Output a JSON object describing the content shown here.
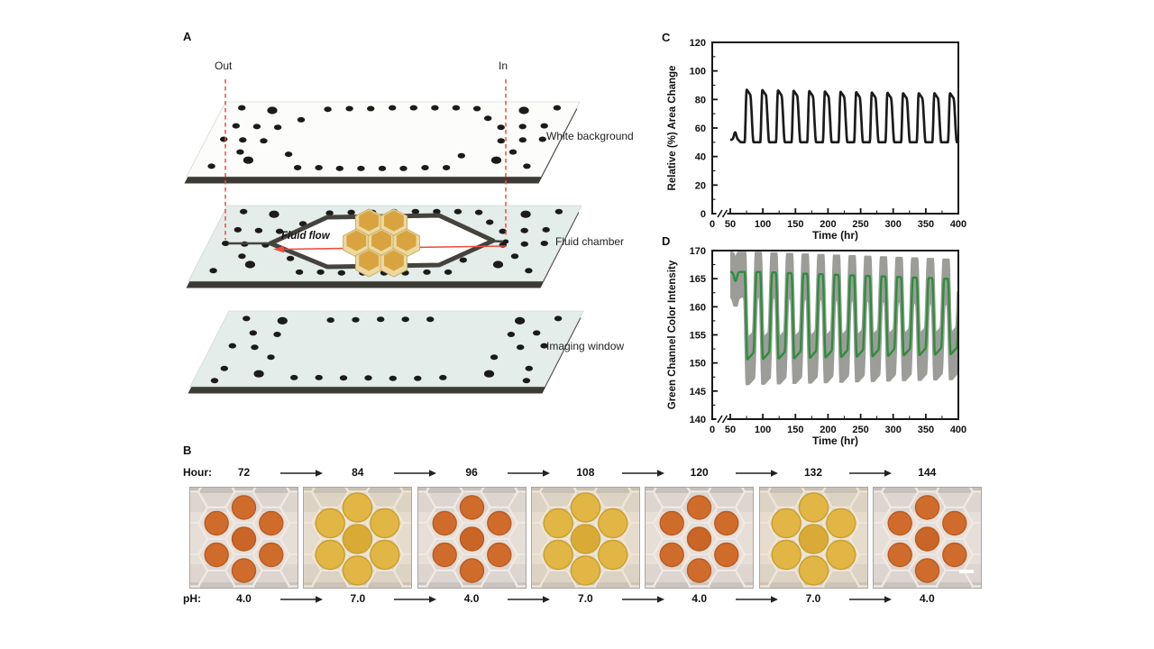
{
  "colors": {
    "plate_white": "#fcfcfa",
    "plate_tint": "#e4ede9",
    "plate_edge": "#3c3a35",
    "hole_dot": "#1c1b19",
    "chamber_outline": "#45433e",
    "chamber_fill": "#ffffff",
    "hex_rim": "#ecd9a2",
    "hex_face": "#d9a440",
    "hex_stroke": "#c9ae62",
    "red": "#f04a3e",
    "chart_frame": "#161616",
    "black_line": "#1b1b1b",
    "green": "#2c8e3b",
    "band_gray": "#9c9c99",
    "photo_bg": "#dcd5d0",
    "photo_band": "#e6dfd8",
    "photo_strip": "#c6c1bd",
    "photo_strip2": "#c9c4c0",
    "photo_border": "#aaa6a2",
    "hex_line_light": "#f1eae4",
    "hex_line_dark": "#cbc5bf",
    "dot_ph4": "#cf6c2c",
    "dot_ph4_dark": "#bc5a20",
    "dot_ph4_center": "#c96526",
    "dot_ph7": "#e2b644",
    "dot_ph7_dark": "#c79f2e",
    "dot_ph7_center": "#d9ab36",
    "scale_bar": "#ffffff"
  },
  "panel_a": {
    "label": "A",
    "out": "Out",
    "in": "In",
    "fluid_flow": "Fluid flow",
    "plates": [
      {
        "label": "White background"
      },
      {
        "label": "Fluid chamber"
      },
      {
        "label": "Imaging window"
      }
    ]
  },
  "panel_b": {
    "label": "B",
    "hour_label": "Hour:",
    "ph_label": "pH:",
    "arrow_icon": "right-arrow",
    "frames": [
      {
        "hour": "72",
        "ph": "4.0",
        "dot": "orange"
      },
      {
        "hour": "84",
        "ph": "7.0",
        "dot": "yellow"
      },
      {
        "hour": "96",
        "ph": "4.0",
        "dot": "orange"
      },
      {
        "hour": "108",
        "ph": "7.0",
        "dot": "yellow"
      },
      {
        "hour": "120",
        "ph": "4.0",
        "dot": "orange"
      },
      {
        "hour": "132",
        "ph": "7.0",
        "dot": "yellow"
      },
      {
        "hour": "144",
        "ph": "4.0",
        "dot": "orange"
      }
    ]
  },
  "chart_data": [
    {
      "id": "C",
      "type": "line",
      "panel_label": "C",
      "xlabel": "Time (hr)",
      "ylabel": "Relative (%) Area Change",
      "xlim": [
        50,
        400
      ],
      "ylim": [
        0,
        120
      ],
      "xticks": [
        0,
        50,
        100,
        150,
        200,
        250,
        300,
        350,
        400
      ],
      "yticks": [
        0,
        20,
        40,
        60,
        80,
        100,
        120
      ],
      "x_minor_step": 25,
      "y_minor_step": 10,
      "axis_break_x": true,
      "grid": false,
      "legend": false,
      "series": [
        {
          "name": "relative area change",
          "color": "#1b1b1b",
          "baseline": 50,
          "peak_first": 87,
          "peak_min": 84.5,
          "peak_decay_per_cycle": 0.25,
          "period_hr": 24,
          "first_rise_t": 72,
          "rise_hr": 3.2,
          "fall_start_hr": 8.5,
          "fall_end_hr": 13.8,
          "plateau_droop": 3.5,
          "pre_cycle": {
            "start_t": 50,
            "value": 51.8,
            "bump_t": 57.5,
            "bump_peak": 57
          }
        }
      ]
    },
    {
      "id": "D",
      "type": "line",
      "panel_label": "D",
      "xlabel": "Time (hr)",
      "ylabel": "Green Channel Color Intensity",
      "xlim": [
        50,
        400
      ],
      "ylim": [
        140,
        170
      ],
      "xticks": [
        0,
        50,
        100,
        150,
        200,
        250,
        300,
        350,
        400
      ],
      "yticks": [
        140,
        145,
        150,
        155,
        160,
        165,
        170
      ],
      "x_minor_step": 25,
      "y_minor_step": 2.5,
      "axis_break_x": true,
      "grid": false,
      "legend": false,
      "series": [
        {
          "name": "mean green intensity",
          "color": "#2c8e3b",
          "high_first": 166.2,
          "high_min": 164.8,
          "high_decay_per_cycle": 0.1,
          "low_first": 150.6,
          "low_max": 151.6,
          "low_rise_per_cycle": 0.07,
          "period_hr": 24,
          "first_fall_t": 72,
          "fall_hr": 4.2,
          "rise_start_hr": 13.5,
          "rise_end_hr": 18.3,
          "low_plateau_rise": 1.2,
          "pre_cycle": {
            "start_t": 50,
            "value": 166.2,
            "dip_t": 58,
            "dip_value": 164.6
          },
          "band": {
            "color": "#9c9c99",
            "upper_offset": 3.6,
            "lower_offset": 4.6,
            "window_hr": 2.5
          }
        }
      ]
    }
  ]
}
